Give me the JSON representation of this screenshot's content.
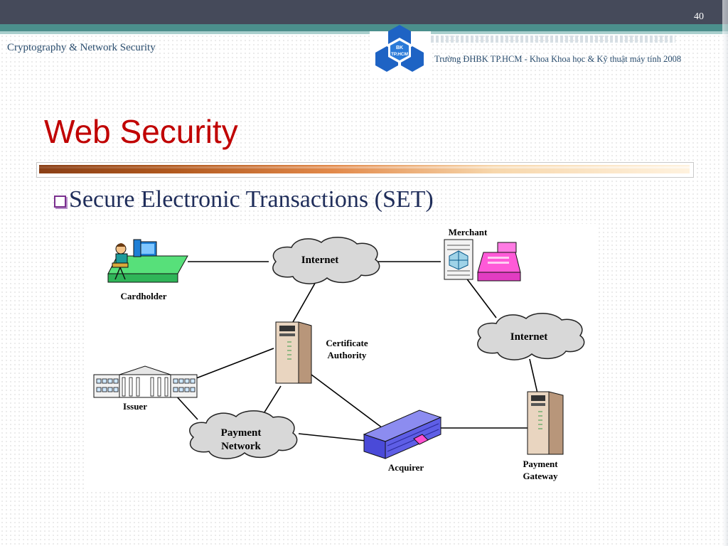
{
  "header": {
    "slide_number": "40",
    "course": "Cryptography & Network Security",
    "school": "Trường ĐHBK TP.HCM - Khoa Khoa học & Kỹ thuật máy tính 2008",
    "logo_line1": "BK",
    "logo_line2": "TP.HCM"
  },
  "slide": {
    "title": "Web Security",
    "bullet": "Secure Electronic Transactions (SET)"
  },
  "diagram": {
    "nodes": {
      "cardholder": "Cardholder",
      "merchant": "Merchant",
      "internet_top": "Internet",
      "internet_right": "Internet",
      "ca_line1": "Certificate",
      "ca_line2": "Authority",
      "issuer": "Issuer",
      "payment_network_line1": "Payment",
      "payment_network_line2": "Network",
      "acquirer": "Acquirer",
      "gateway_line1": "Payment",
      "gateway_line2": "Gateway"
    }
  },
  "colors": {
    "title": "#c00000",
    "bullet_text": "#1f2d5a",
    "topbar": "#454a5a",
    "teal": "#4b8f8c"
  }
}
